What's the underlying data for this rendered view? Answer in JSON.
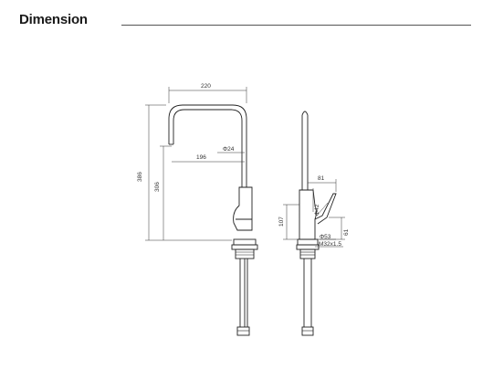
{
  "heading": "Dimension",
  "dimensions": {
    "spout_reach": "220",
    "total_height": "386",
    "spout_height": "306",
    "spout_inner_reach": "196",
    "spout_diameter": "Φ24",
    "handle_reach": "81",
    "handle_diameter": "Φ42",
    "body_height": "107",
    "handle_height": "61",
    "base_diameter": "Φ53",
    "thread": "M32x1.5"
  }
}
